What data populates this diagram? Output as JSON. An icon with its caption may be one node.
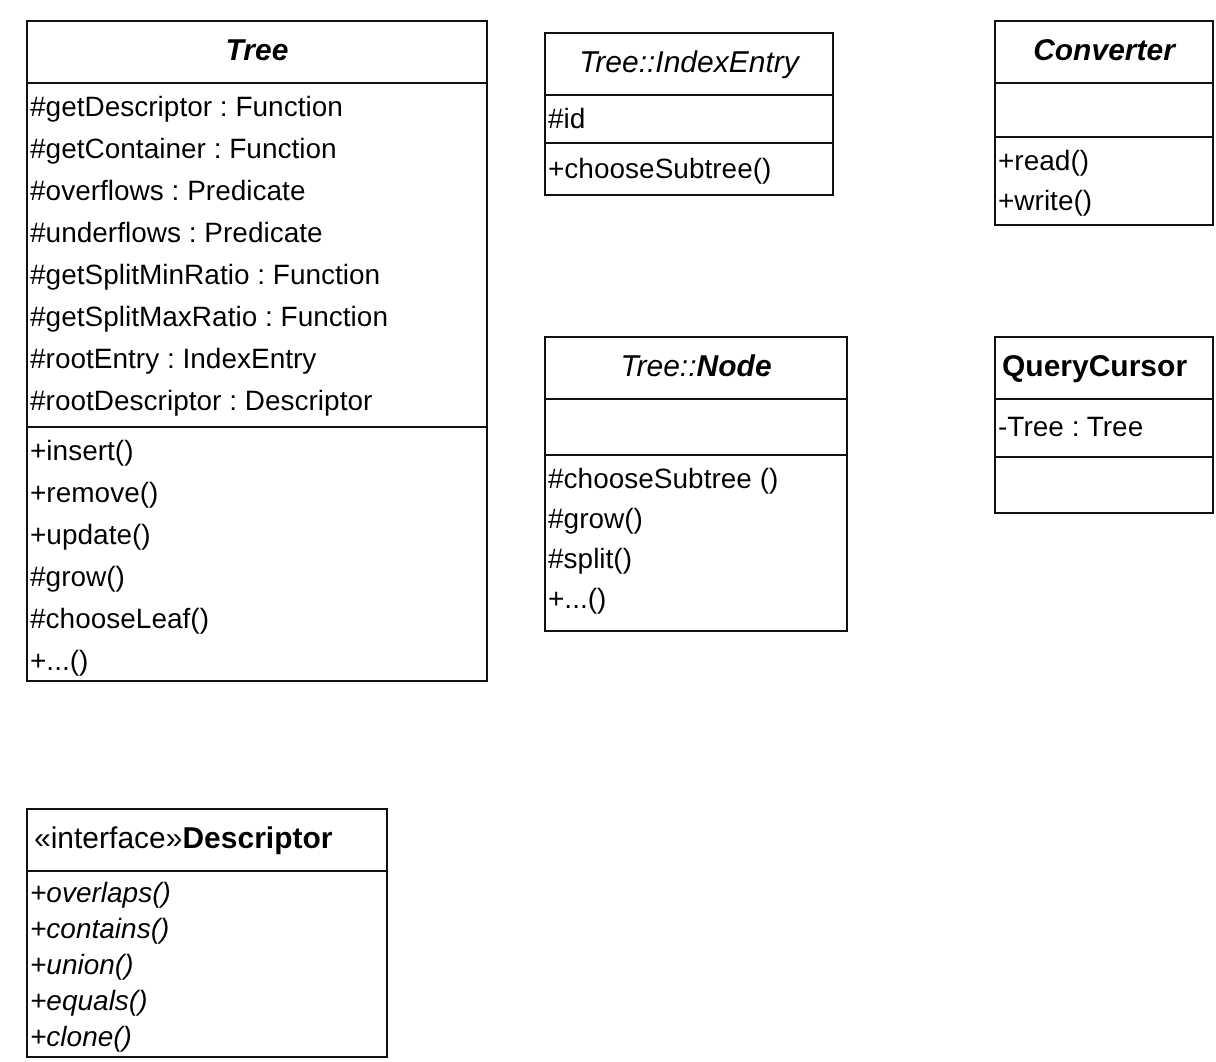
{
  "diagram": {
    "nodes": [
      {
        "text": [
          "Tree"
        ]
      },
      {
        "text": [
          "#getDescriptor : Function",
          "#getContainer : Function",
          "#overflows : Predicate",
          "#underflows : Predicate",
          "#getSplitMinRatio : Function",
          "#getSplitMaxRatio : Function",
          "#rootEntry : IndexEntry",
          "#rootDescriptor : Descriptor"
        ],
        "in": 0
      },
      {
        "text": [
          "+insert()",
          "+remove()",
          "+update()",
          "#grow()",
          "#chooseLeaf()",
          "+...()"
        ],
        "in": 0
      },
      {
        "text": [
          "Tree::IndexEntry"
        ]
      },
      {
        "text": [
          "#id"
        ],
        "in": 3
      },
      {
        "text": [
          "+chooseSubtree()"
        ],
        "in": 3
      },
      {
        "text": [
          "Converter"
        ]
      },
      {
        "text": [],
        "shape": "box",
        "in": 6
      },
      {
        "text": [
          "+read()",
          "+write()"
        ],
        "in": 6
      },
      {
        "text": [
          "Tree::**Node**"
        ]
      },
      {
        "text": [],
        "shape": "box",
        "in": 9
      },
      {
        "text": [
          "#chooseSubtree ()",
          "#grow()",
          "#split()",
          "+...()"
        ],
        "in": 9
      },
      {
        "text": [
          "QueryCursor"
        ]
      },
      {
        "text": [
          "-Tree : Tree"
        ],
        "in": 12
      },
      {
        "text": [],
        "shape": "box",
        "in": 12
      },
      {
        "text": [
          "«interface»**Descriptor**"
        ]
      },
      {
        "text": [
          "+overlaps()",
          "+contains()",
          "+union()",
          "+equals()",
          "+clone()"
        ],
        "in": 15
      }
    ]
  }
}
